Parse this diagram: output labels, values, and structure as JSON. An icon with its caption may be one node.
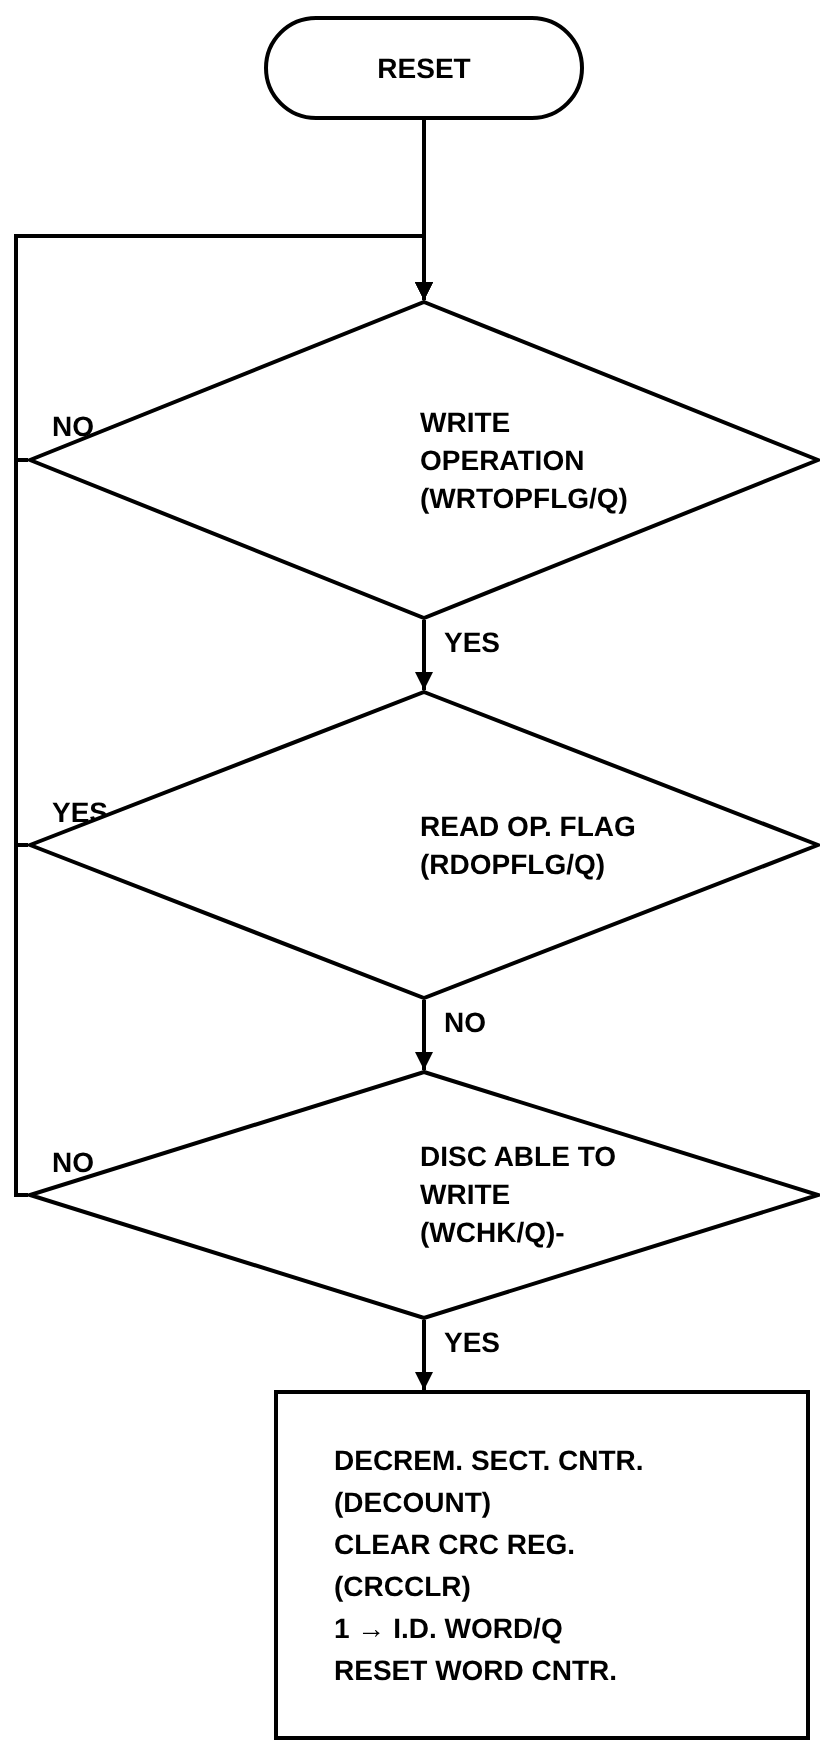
{
  "diagram": {
    "nodes": [
      {
        "text": [
          "RESET"
        ]
      },
      {
        "text": [
          "WRITE OPERATION (WRTOPFLG/Q)"
        ]
      },
      {
        "text": [
          "READ OP. FLAG (RDOPFLG/Q)"
        ]
      },
      {
        "text": [
          "DISC ABLE TO WRITE (WCHK/Q)-"
        ]
      },
      {
        "text": [
          "DECREM. SECT. CNTR.",
          "(DECOUNT)",
          "CLEAR CRC REG.",
          "(CRCCLR)",
          "1 → I.D. WORD/Q",
          "RESET WORD CNTR."
        ]
      }
    ],
    "edges": [
      {
        "from": 0,
        "to": 1,
        "arrow": "to"
      },
      {
        "from": 1,
        "to": 1,
        "arrow": "to",
        "label": "NO"
      },
      {
        "from": 2,
        "to": 1,
        "arrow": "to",
        "label": "YES"
      },
      {
        "from": 3,
        "to": 1,
        "arrow": "to",
        "label": "NO"
      },
      {
        "from": 1,
        "to": 2,
        "arrow": "to",
        "label": "YES"
      },
      {
        "from": 2,
        "to": 3,
        "arrow": "to",
        "label": "NO"
      },
      {
        "from": 3,
        "to": 4,
        "arrow": "to",
        "label": "YES"
      }
    ]
  }
}
